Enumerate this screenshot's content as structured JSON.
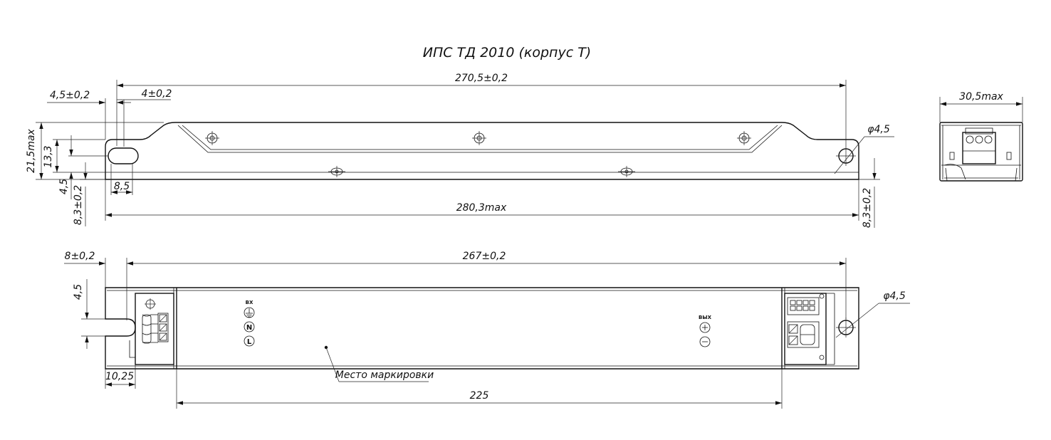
{
  "title": "ИПС ТД 2010 (корпус Т)",
  "top_view": {
    "overall_length": "270,5±0,2",
    "left_offset_outer": "4,5±0,2",
    "left_offset_inner": "4±0,2",
    "height_max": "21,5max",
    "slot_height": "13,3",
    "slot_offset": "4,5",
    "slot_width": "8,5",
    "bottom_left": "8,3±0,2",
    "bottom_right": "8,3±0,2",
    "total_length_max": "280,3max",
    "hole_diameter": "φ4,5"
  },
  "side_view": {
    "width_max": "30,5max"
  },
  "bottom_view": {
    "overall_length": "267±0,2",
    "left_offset": "8±0,2",
    "slot_offset": "4,5",
    "left_edge_width": "10,25",
    "terminal_spacing": "225",
    "hole_diameter": "φ4,5",
    "marking_label": "Место маркировки",
    "input_label": "ВХ",
    "output_label": "ВЫХ",
    "input_symbols": [
      "⏚",
      "N",
      "L"
    ],
    "output_symbols": [
      "+",
      "−"
    ]
  }
}
